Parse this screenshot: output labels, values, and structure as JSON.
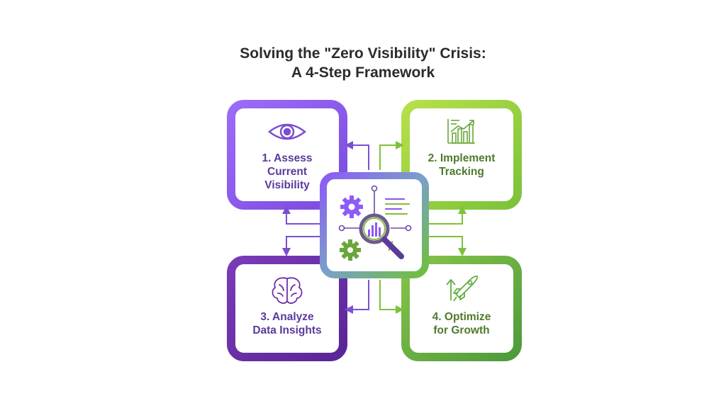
{
  "title": {
    "line1": "Solving the \"Zero Visibility\" Crisis:",
    "line2": "A 4-Step Framework"
  },
  "steps": [
    {
      "line1": "1. Assess",
      "line2": "Current",
      "line3": "Visibility",
      "icon": "eye-icon",
      "color": "#8b5cf6"
    },
    {
      "line1": "2. Implement",
      "line2": "Tracking",
      "icon": "bar-chart-icon",
      "color": "#9bd13a"
    },
    {
      "line1": "3. Analyze",
      "line2": "Data Insights",
      "icon": "brain-icon",
      "color": "#6b2fa8"
    },
    {
      "line1": "4. Optimize",
      "line2": "for Growth",
      "icon": "rocket-icon",
      "color": "#5fae3e"
    }
  ],
  "center": {
    "icon": "analytics-hub-icon"
  },
  "colors": {
    "purple": "#8b5cf6",
    "dark_purple": "#6b2fa8",
    "lime": "#9bd13a",
    "green": "#5fae3e",
    "title_text": "#2b2b2b"
  }
}
